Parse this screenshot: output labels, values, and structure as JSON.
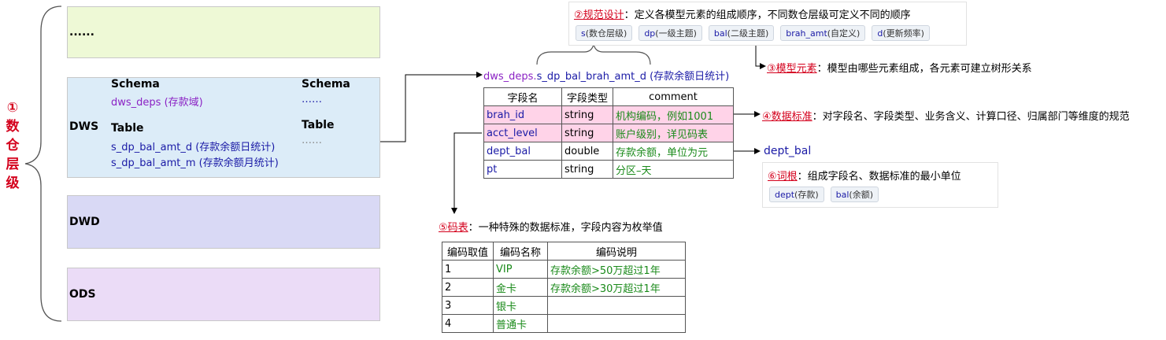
{
  "layer_title": {
    "num": "①",
    "chars": [
      "数",
      "仓",
      "层",
      "级"
    ]
  },
  "layers": {
    "top": {
      "label": "......"
    },
    "dws": {
      "label": "DWS",
      "schema_heading": "Schema",
      "schema_value": "dws_deps (存款域)",
      "table_heading": "Table",
      "tables": [
        "s_dp_bal_amt_d (存款余额日统计)",
        "s_dp_bal_amt_m (存款余额月统计)"
      ],
      "schema_heading2": "Schema",
      "schema_value2": "……",
      "table_heading2": "Table",
      "table_value2": "……"
    },
    "dwd": {
      "label": "DWD"
    },
    "ods": {
      "label": "ODS"
    }
  },
  "design": {
    "title": "②规范设计",
    "desc": "：定义各模型元素的组成顺序，不同数仓层级可定义不同的顺序",
    "chips": [
      {
        "key": "s",
        "note": "(数仓层级)"
      },
      {
        "key": "dp",
        "note": "(一级主题)"
      },
      {
        "key": "bal",
        "note": "(二级主题)"
      },
      {
        "key": "brah_amt",
        "note": "(自定义)"
      },
      {
        "key": "d",
        "note": "(更新频率)"
      }
    ]
  },
  "model_elements": {
    "title": "③模型元素",
    "desc": "：模型由哪些元素组成，各元素可建立树形关系"
  },
  "table_name": {
    "schema": "dws_deps.",
    "name": "s_dp_bal_brah_amt_d (存款余额日统计)"
  },
  "fields": {
    "headers": [
      "字段名",
      "字段类型",
      "comment"
    ],
    "rows": [
      [
        "brah_id",
        "string",
        "机构编码，例如1001"
      ],
      [
        "acct_level",
        "string",
        "账户级别，详见码表"
      ],
      [
        "dept_bal",
        "double",
        "存款余额，单位为元"
      ],
      [
        "pt",
        "string",
        "分区–天"
      ]
    ]
  },
  "data_standard": {
    "title": "④数据标准",
    "desc": "：对字段名、字段类型、业务含义、计算口径、归属部门等维度的规范"
  },
  "dept_bal_label": "dept_bal",
  "root": {
    "title": "⑥词根",
    "desc": "：组成字段名、数据标准的最小单位",
    "chips": [
      {
        "key": "dept",
        "note": "(存款)"
      },
      {
        "key": "bal",
        "note": "(余额)"
      }
    ]
  },
  "code_table": {
    "title": "⑤码表",
    "desc": "：一种特殊的数据标准，字段内容为枚举值",
    "headers": [
      "编码取值",
      "编码名称",
      "编码说明"
    ],
    "rows": [
      [
        "1",
        "VIP",
        "存款余额>50万超过1年"
      ],
      [
        "2",
        "金卡",
        "存款余额>30万超过1年"
      ],
      [
        "3",
        "银卡",
        ""
      ],
      [
        "4",
        "普通卡",
        ""
      ]
    ]
  },
  "colors": {
    "accent_red": "#d4001c",
    "pink_row": "#ffd3e8",
    "dws_fill": "#dcecf8",
    "top_fill": "#eef9d6",
    "dwd_fill": "#d9d9f5",
    "ods_fill": "#ebdcf7"
  }
}
